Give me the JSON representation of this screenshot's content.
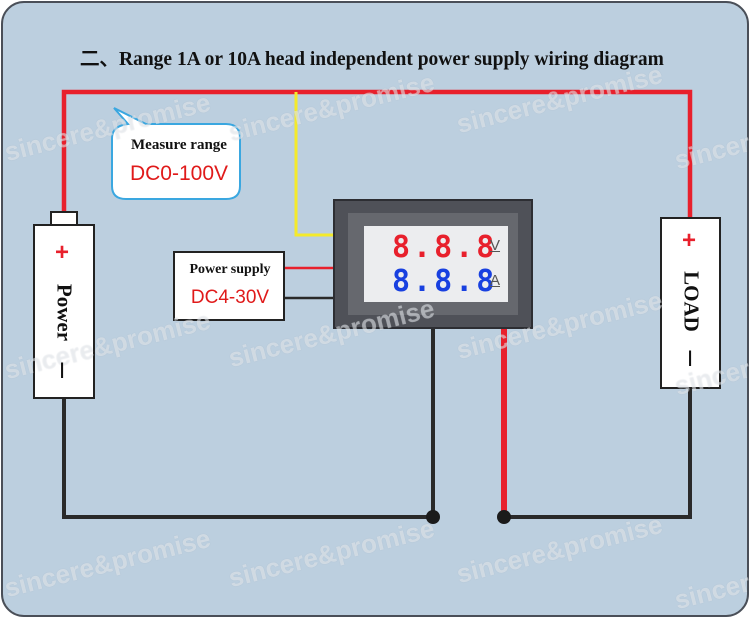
{
  "title": "二、Range 1A or 10A head independent power supply wiring diagram",
  "measure_callout": {
    "title": "Measure range",
    "value": "DC0-100V"
  },
  "power_supply_callout": {
    "title": "Power supply",
    "value": "DC4-30V"
  },
  "meter": {
    "voltage_digits": "8.8.8",
    "voltage_unit": "V",
    "current_digits": "8.8.8",
    "current_unit": "A"
  },
  "battery": {
    "label": "Power",
    "plus": "+",
    "minus": "I"
  },
  "load": {
    "label": "LOAD",
    "plus": "+",
    "minus": "I"
  },
  "watermark": "sincere&promise",
  "colors": {
    "background": "#bccfdf",
    "wire_red": "#e8202c",
    "wire_black": "#2a2a2a",
    "wire_yellow": "#f4ea2a",
    "callout_border": "#3aa7e0",
    "value_red": "#e01a1a",
    "current_blue": "#1840e0"
  }
}
